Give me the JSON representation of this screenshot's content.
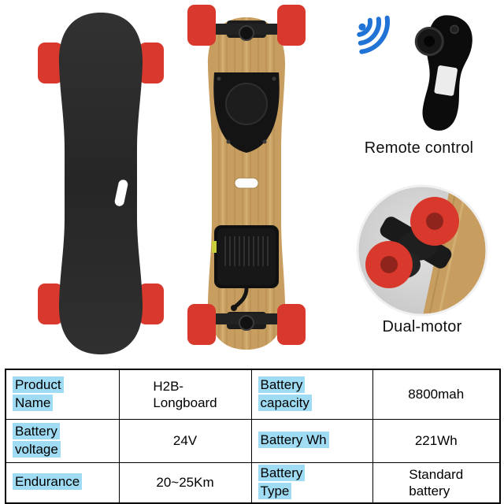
{
  "captions": {
    "remote_control": "Remote control",
    "dual_motor": "Dual-motor"
  },
  "spec_table": {
    "rows": [
      [
        "Product\nName",
        "H2B-\nLongboard",
        "Battery\ncapacity",
        "8800mah"
      ],
      [
        "Battery\nvoltage",
        "24V",
        "Battery Wh",
        "221Wh"
      ],
      [
        "Endurance",
        "20~25Km",
        "Battery\nType",
        "Standard\nbattery"
      ]
    ]
  },
  "colors": {
    "wheel_red": "#d9382c",
    "bamboo": "#c79e60",
    "deck_black": "#2b2b2b",
    "signal_blue": "#2173d6",
    "label_highlight": "#9fdcf3"
  }
}
